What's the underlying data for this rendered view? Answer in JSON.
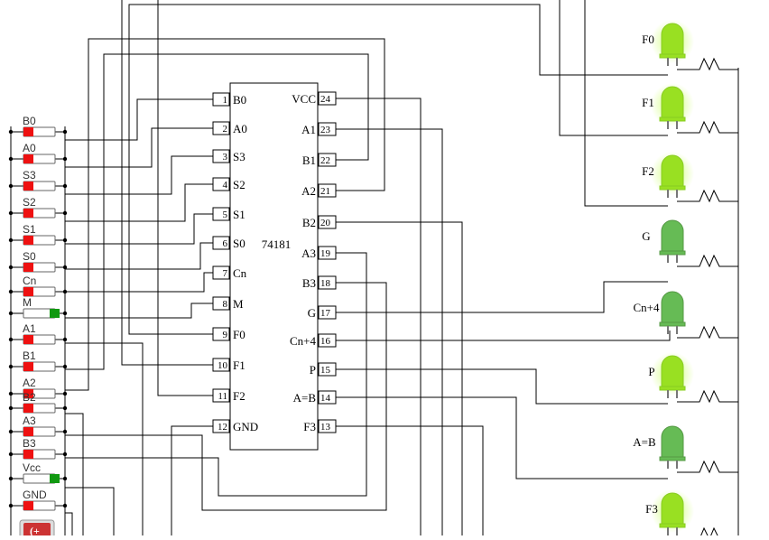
{
  "chip": {
    "name": "74181",
    "left_pins": [
      {
        "num": "1",
        "label": "B0"
      },
      {
        "num": "2",
        "label": "A0"
      },
      {
        "num": "3",
        "label": "S3"
      },
      {
        "num": "4",
        "label": "S2"
      },
      {
        "num": "5",
        "label": "S1"
      },
      {
        "num": "6",
        "label": "S0"
      },
      {
        "num": "7",
        "label": "Cn"
      },
      {
        "num": "8",
        "label": "M"
      },
      {
        "num": "9",
        "label": "F0"
      },
      {
        "num": "10",
        "label": "F1"
      },
      {
        "num": "11",
        "label": "F2"
      },
      {
        "num": "12",
        "label": "GND"
      }
    ],
    "right_pins": [
      {
        "num": "24",
        "label": "VCC"
      },
      {
        "num": "23",
        "label": "A1"
      },
      {
        "num": "22",
        "label": "B1"
      },
      {
        "num": "21",
        "label": "A2"
      },
      {
        "num": "20",
        "label": "B2"
      },
      {
        "num": "19",
        "label": "A3"
      },
      {
        "num": "18",
        "label": "B3"
      },
      {
        "num": "17",
        "label": "G"
      },
      {
        "num": "16",
        "label": "Cn+4"
      },
      {
        "num": "15",
        "label": "P"
      },
      {
        "num": "14",
        "label": "A=B"
      },
      {
        "num": "13",
        "label": "F3"
      }
    ]
  },
  "switches": [
    {
      "label": "B0",
      "state": "off"
    },
    {
      "label": "A0",
      "state": "off"
    },
    {
      "label": "S3",
      "state": "off"
    },
    {
      "label": "S2",
      "state": "off"
    },
    {
      "label": "S1",
      "state": "off"
    },
    {
      "label": "S0",
      "state": "off"
    },
    {
      "label": "Cn",
      "state": "off"
    },
    {
      "label": "M",
      "state": "on"
    },
    {
      "label": "A1",
      "state": "off"
    },
    {
      "label": "B1",
      "state": "off"
    },
    {
      "label": "A2",
      "state": "off"
    },
    {
      "label": "B2",
      "state": "off"
    },
    {
      "label": "A3",
      "state": "off"
    },
    {
      "label": "B3",
      "state": "off"
    },
    {
      "label": "Vcc",
      "state": "on"
    },
    {
      "label": "GND",
      "state": "off"
    }
  ],
  "leds": [
    {
      "label": "F0",
      "lit": true
    },
    {
      "label": "F1",
      "lit": true
    },
    {
      "label": "F2",
      "lit": true
    },
    {
      "label": "G",
      "lit": false
    },
    {
      "label": "Cn+4",
      "lit": false
    },
    {
      "label": "P",
      "lit": true
    },
    {
      "label": "A=B",
      "lit": false
    },
    {
      "label": "F3",
      "lit": true
    }
  ],
  "colors": {
    "wire": "#000000",
    "switch_off": "#ee1111",
    "switch_on": "#119911",
    "led_lit": "#99e022",
    "led_dim": "#66bb55"
  }
}
